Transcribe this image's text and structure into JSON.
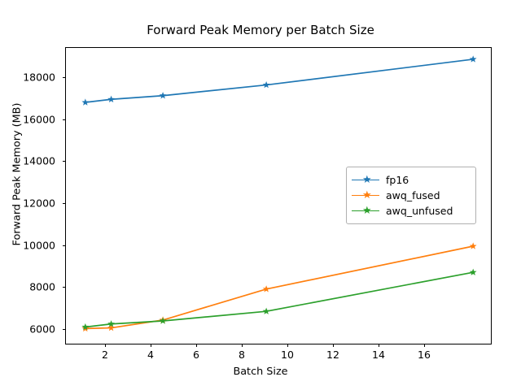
{
  "chart_data": {
    "type": "line",
    "title": "Forward Peak Memory per Batch Size",
    "xlabel": "Batch Size",
    "ylabel": "Forward Peak Memory (MB)",
    "x": [
      1,
      2,
      4,
      8,
      16
    ],
    "xlim": [
      0.25,
      16.75
    ],
    "ylim": [
      5600,
      19250
    ],
    "xticks": [
      2,
      4,
      6,
      8,
      10,
      12,
      14,
      16
    ],
    "yticks": [
      6000,
      8000,
      10000,
      12000,
      14000,
      16000,
      18000
    ],
    "grid": false,
    "legend_position": "center right",
    "marker": "star",
    "series": [
      {
        "name": "fp16",
        "color": "#1f77b4",
        "values": [
          16750,
          16890,
          17060,
          17550,
          18730
        ]
      },
      {
        "name": "awq_fused",
        "color": "#ff7f0e",
        "values": [
          6370,
          6400,
          6760,
          8180,
          10150
        ]
      },
      {
        "name": "awq_unfused",
        "color": "#2ca02c",
        "values": [
          6440,
          6580,
          6720,
          7160,
          8950
        ]
      }
    ]
  },
  "legend": {
    "items": [
      {
        "label": "fp16"
      },
      {
        "label": "awq_fused"
      },
      {
        "label": "awq_unfused"
      }
    ]
  },
  "axes": {
    "ytick_labels": [
      "18000",
      "16000",
      "14000",
      "12000",
      "10000",
      "8000",
      "6000"
    ],
    "xtick_labels": [
      "2",
      "4",
      "6",
      "8",
      "10",
      "12",
      "14",
      "16"
    ]
  },
  "marker_glyph": "★"
}
